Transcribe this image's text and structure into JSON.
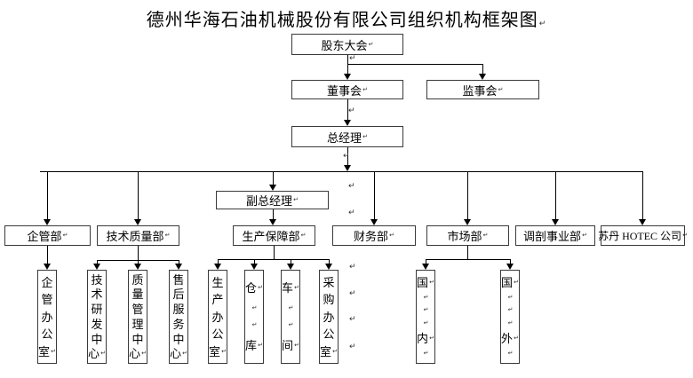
{
  "type": "org_chart",
  "title": "德州华海石油机械股份有限公司组织机构框架图↵",
  "stray_mark": "↵",
  "nodes": {
    "shareholders_meeting": {
      "label": "股东大会↵"
    },
    "board_of_directors": {
      "label": "董事会↵"
    },
    "supervisory_board": {
      "label": "监事会↵"
    },
    "general_manager": {
      "label": "总经理↵"
    },
    "deputy_general_manager": {
      "label": "副总经理↵"
    },
    "qiguan_dept": {
      "label": "企管部↵"
    },
    "tech_quality_dept": {
      "label": "技术质量部↵"
    },
    "production_support_dept": {
      "label": "生产保障部↵"
    },
    "finance_dept": {
      "label": "财务部↵"
    },
    "marketing_dept": {
      "label": "市场部↵"
    },
    "profile_control_division": {
      "label": "调剖事业部↵"
    },
    "sudan_hotec_company": {
      "label": "苏丹 HOTEC 公司↵"
    },
    "qiguan_office": {
      "label": "企管办公室",
      "lines": [
        "企",
        "管",
        "办",
        "公",
        "室↵"
      ]
    },
    "tech_rd_center": {
      "label": "技术研发中心",
      "lines": [
        "技",
        "术",
        "研",
        "发",
        "中",
        "心↵"
      ]
    },
    "quality_mgmt_center": {
      "label": "质量管理中心",
      "lines": [
        "质",
        "量",
        "管",
        "理",
        "中",
        "心↵"
      ]
    },
    "after_sales_center": {
      "label": "售后服务中心",
      "lines": [
        "售",
        "后",
        "服",
        "务",
        "中",
        "心↵"
      ]
    },
    "production_office": {
      "label": "生产办公室",
      "lines": [
        "生",
        "产",
        "办",
        "公",
        "室↵"
      ]
    },
    "warehouse": {
      "label": "仓库",
      "lines": [
        "仓↵",
        "↵",
        "↵",
        "库↵"
      ]
    },
    "workshop": {
      "label": "车间",
      "lines": [
        "车↵",
        "↵",
        "↵",
        "间↵"
      ]
    },
    "procurement_office": {
      "label": "采购办公室",
      "lines": [
        "采",
        "购",
        "办",
        "公",
        "室↵"
      ]
    },
    "domestic": {
      "label": "国内",
      "lines": [
        "国↵",
        "↵",
        "↵",
        "↵",
        "内↵",
        "↵"
      ]
    },
    "overseas": {
      "label": "国外",
      "lines": [
        "国↵",
        "↵",
        "↵",
        "↵",
        "外↵",
        "↵"
      ]
    }
  },
  "edges": [
    {
      "from": "股东大会",
      "to": "董事会"
    },
    {
      "from": "股东大会",
      "to": "监事会"
    },
    {
      "from": "董事会",
      "to": "总经理"
    },
    {
      "from": "总经理",
      "to": "企管部"
    },
    {
      "from": "总经理",
      "to": "技术质量部"
    },
    {
      "from": "总经理",
      "to": "副总经理"
    },
    {
      "from": "总经理",
      "to": "财务部"
    },
    {
      "from": "总经理",
      "to": "市场部"
    },
    {
      "from": "总经理",
      "to": "调剖事业部"
    },
    {
      "from": "总经理",
      "to": "苏丹HOTEC公司"
    },
    {
      "from": "副总经理",
      "to": "生产保障部"
    },
    {
      "from": "企管部",
      "to": "企管办公室"
    },
    {
      "from": "技术质量部",
      "to": "技术研发中心"
    },
    {
      "from": "技术质量部",
      "to": "质量管理中心"
    },
    {
      "from": "技术质量部",
      "to": "售后服务中心"
    },
    {
      "from": "生产保障部",
      "to": "生产办公室"
    },
    {
      "from": "生产保障部",
      "to": "仓库"
    },
    {
      "from": "生产保障部",
      "to": "车间"
    },
    {
      "from": "生产保障部",
      "to": "采购办公室"
    },
    {
      "from": "市场部",
      "to": "国内"
    },
    {
      "from": "市场部",
      "to": "国外"
    }
  ],
  "colors": {
    "line": "#000000",
    "box_border": "#3a3a3a",
    "background": "#ffffff",
    "text": "#000000"
  }
}
